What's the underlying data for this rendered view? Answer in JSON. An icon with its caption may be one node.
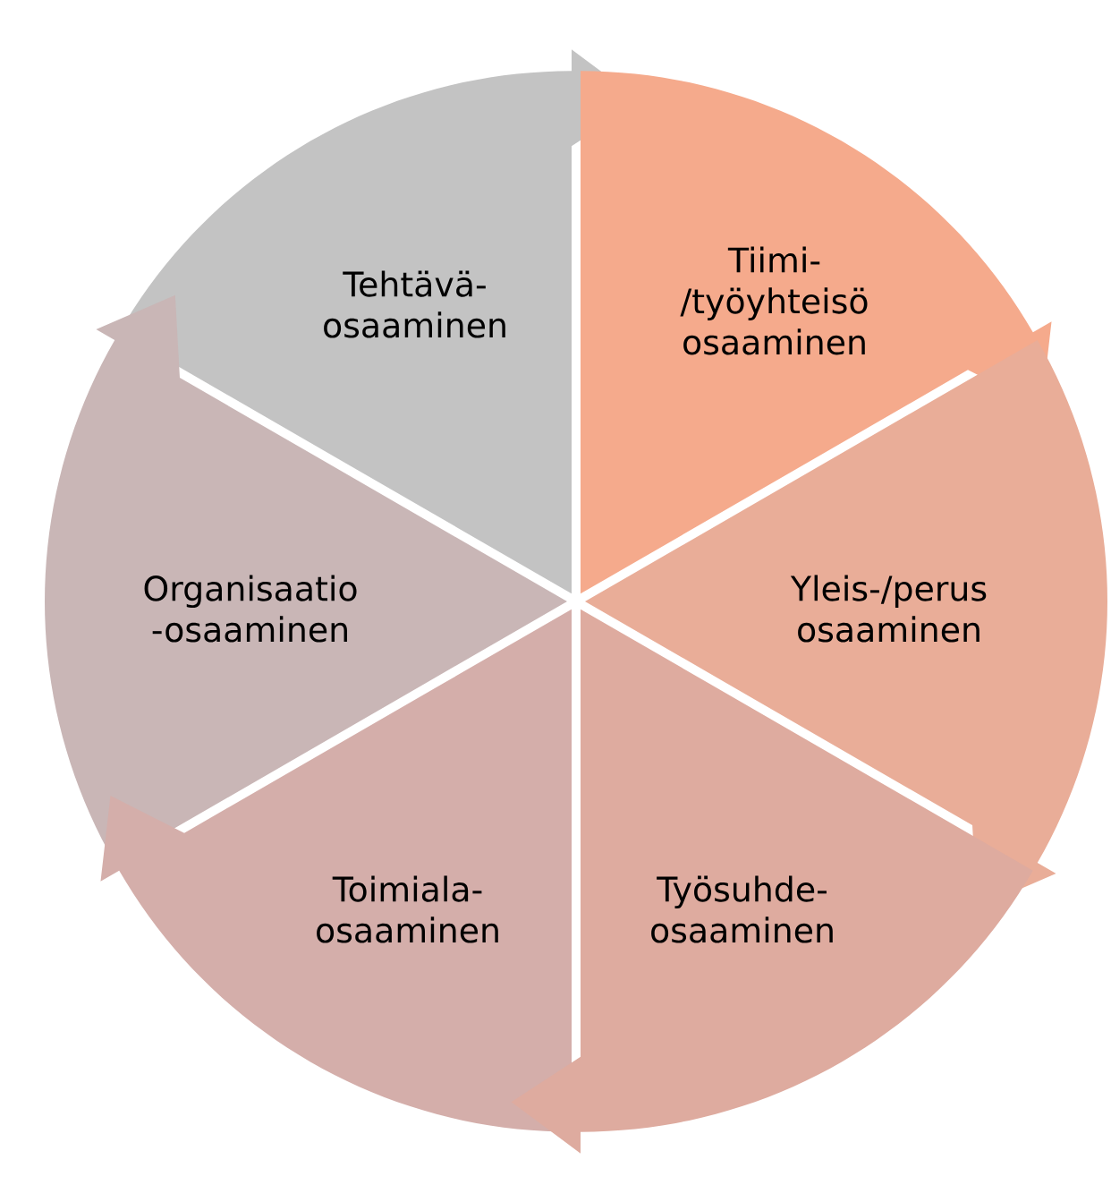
{
  "diagram": {
    "nodes": [
      {
        "text": [
          "Tehtävä- osaaminen"
        ]
      },
      {
        "text": [
          "Tiimi- /työyhteisö osaaminen"
        ]
      },
      {
        "text": [
          "Organisaatio -osaaminen"
        ]
      },
      {
        "text": [
          "Yleis-/perus osaaminen"
        ]
      },
      {
        "text": [
          "Toimiala- osaaminen"
        ]
      },
      {
        "text": [
          "Työsuhde- osaaminen"
        ]
      }
    ]
  }
}
